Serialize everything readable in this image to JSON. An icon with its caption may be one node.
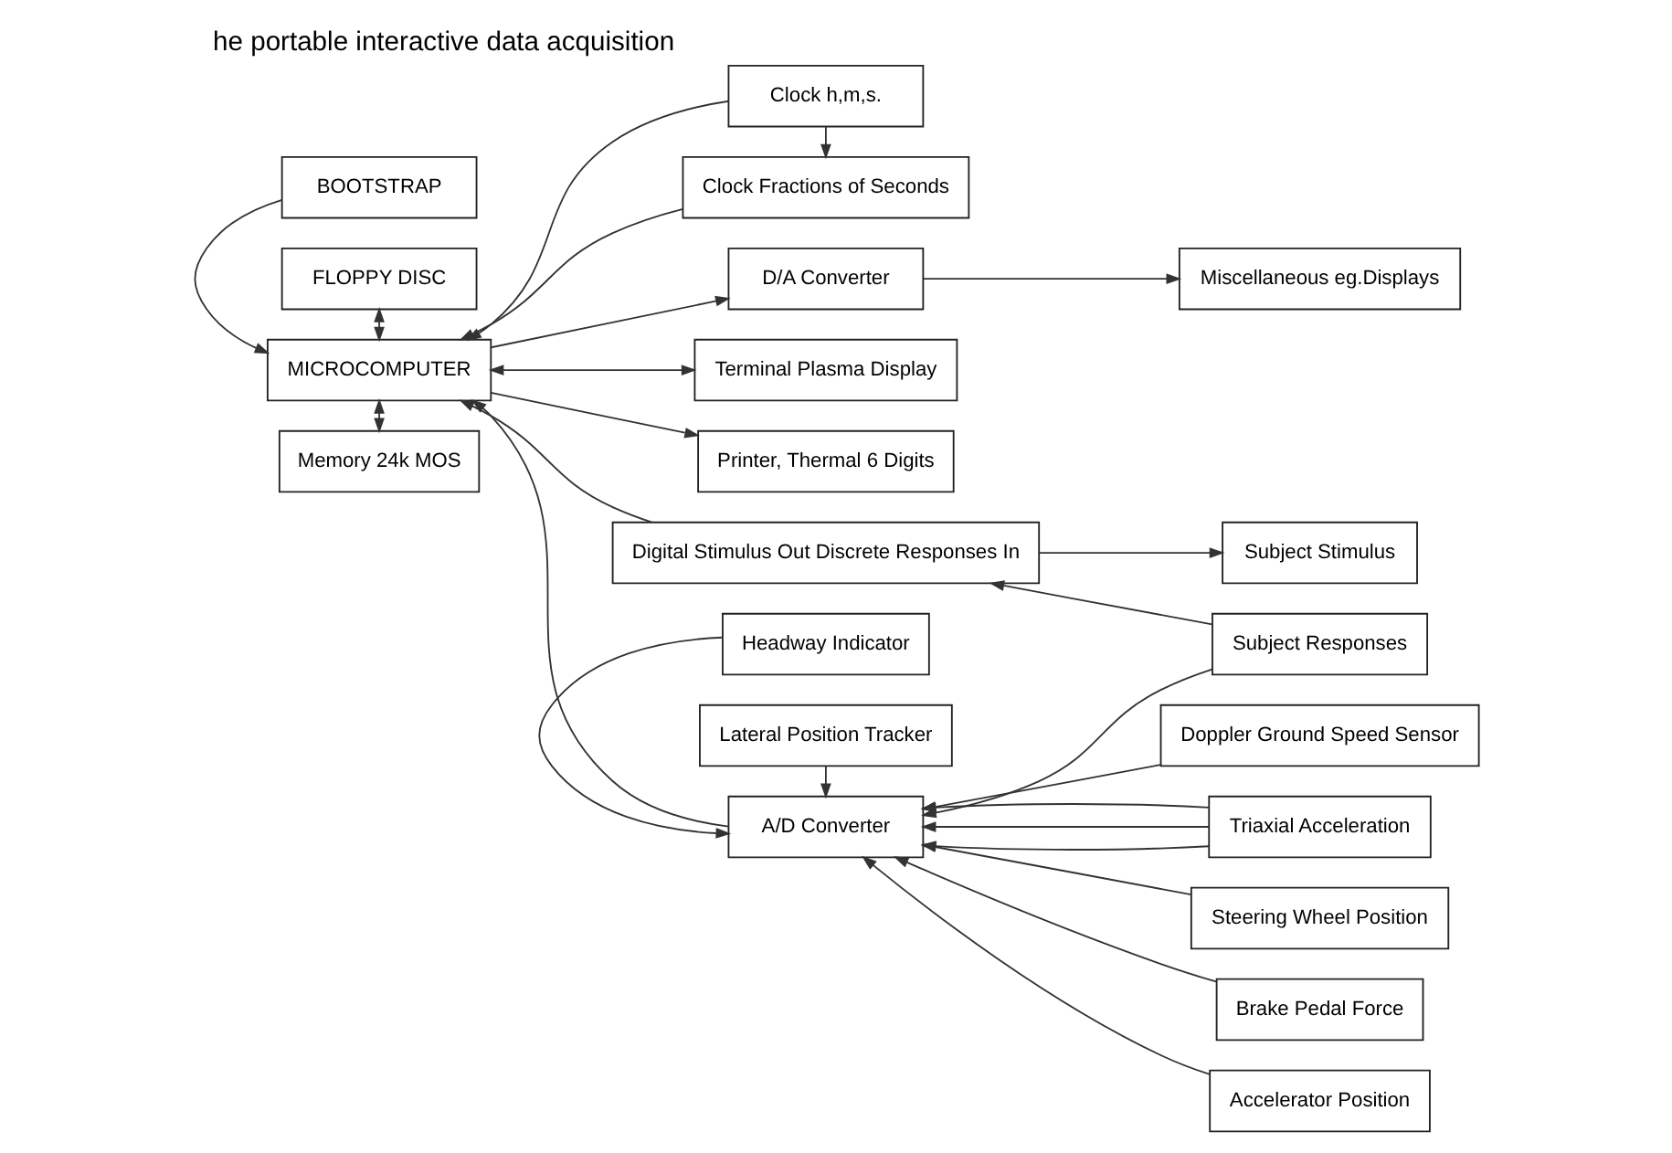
{
  "diagram": {
    "title": "he portable interactive data acquisition",
    "nodes": [
      {
        "text": [
          "BOOTSTRAP"
        ]
      },
      {
        "text": [
          "FLOPPY DISC"
        ]
      },
      {
        "text": [
          "A/D Converter"
        ]
      },
      {
        "text": [
          "Doppler Ground Speed Sensor"
        ]
      },
      {
        "text": [
          "Terminal Plasma Display"
        ]
      },
      {
        "text": [
          "Triaxial Acceleration"
        ]
      },
      {
        "text": [
          "MICROCOMPUTER"
        ]
      },
      {
        "text": [
          "Printer, Thermal 6 Digits"
        ]
      },
      {
        "text": [
          "D/A Converter"
        ]
      },
      {
        "text": [
          "Steering Wheel Position"
        ]
      },
      {
        "text": [
          "Brake Pedal Force"
        ]
      },
      {
        "text": [
          "Clock h,m,s."
        ]
      },
      {
        "text": [
          "Memory 24k MOS"
        ]
      },
      {
        "text": [
          "Digital Stimulus Out Discrete Responses In"
        ]
      },
      {
        "text": [
          "Accelerator Position"
        ]
      },
      {
        "text": [
          "Clock Fractions of Seconds"
        ]
      },
      {
        "text": [
          "Subject Stimulus"
        ]
      },
      {
        "text": [
          "Subject Responses"
        ]
      },
      {
        "text": [
          "Headway Indicator"
        ]
      },
      {
        "text": [
          "Lateral Position Tracker"
        ]
      },
      {
        "text": [
          "Miscellaneous eg.Displays"
        ]
      }
    ],
    "edges": [
      {
        "from": 0,
        "to": 6,
        "arrow": "to"
      },
      {
        "from": 4,
        "to": 6,
        "arrow": "both"
      },
      {
        "from": 6,
        "to": 7,
        "arrow": "to"
      },
      {
        "from": 11,
        "to": 6,
        "arrow": "to"
      },
      {
        "from": 15,
        "to": 6,
        "arrow": "to"
      },
      {
        "from": 11,
        "to": 15,
        "arrow": "to"
      },
      {
        "from": 1,
        "to": 6,
        "arrow": "both"
      },
      {
        "from": 6,
        "to": 12,
        "arrow": "both"
      },
      {
        "from": 2,
        "to": 6,
        "arrow": "to"
      },
      {
        "from": 6,
        "to": 8,
        "arrow": "to"
      },
      {
        "from": 13,
        "to": 6,
        "arrow": "to"
      },
      {
        "from": 3,
        "to": 2,
        "arrow": "to"
      },
      {
        "from": 5,
        "to": 2,
        "arrow": "to"
      },
      {
        "from": 5,
        "to": 2,
        "arrow": "to"
      },
      {
        "from": 5,
        "to": 2,
        "arrow": "to"
      },
      {
        "from": 9,
        "to": 2,
        "arrow": "to"
      },
      {
        "from": 10,
        "to": 2,
        "arrow": "to"
      },
      {
        "from": 14,
        "to": 2,
        "arrow": "to"
      },
      {
        "from": 17,
        "to": 2,
        "arrow": "to"
      },
      {
        "from": 18,
        "to": 2,
        "arrow": "to"
      },
      {
        "from": 19,
        "to": 2,
        "arrow": "to"
      },
      {
        "from": 13,
        "to": 16,
        "arrow": "to"
      },
      {
        "from": 17,
        "to": 13,
        "arrow": "to"
      },
      {
        "from": 8,
        "to": 20,
        "arrow": "to"
      }
    ]
  }
}
